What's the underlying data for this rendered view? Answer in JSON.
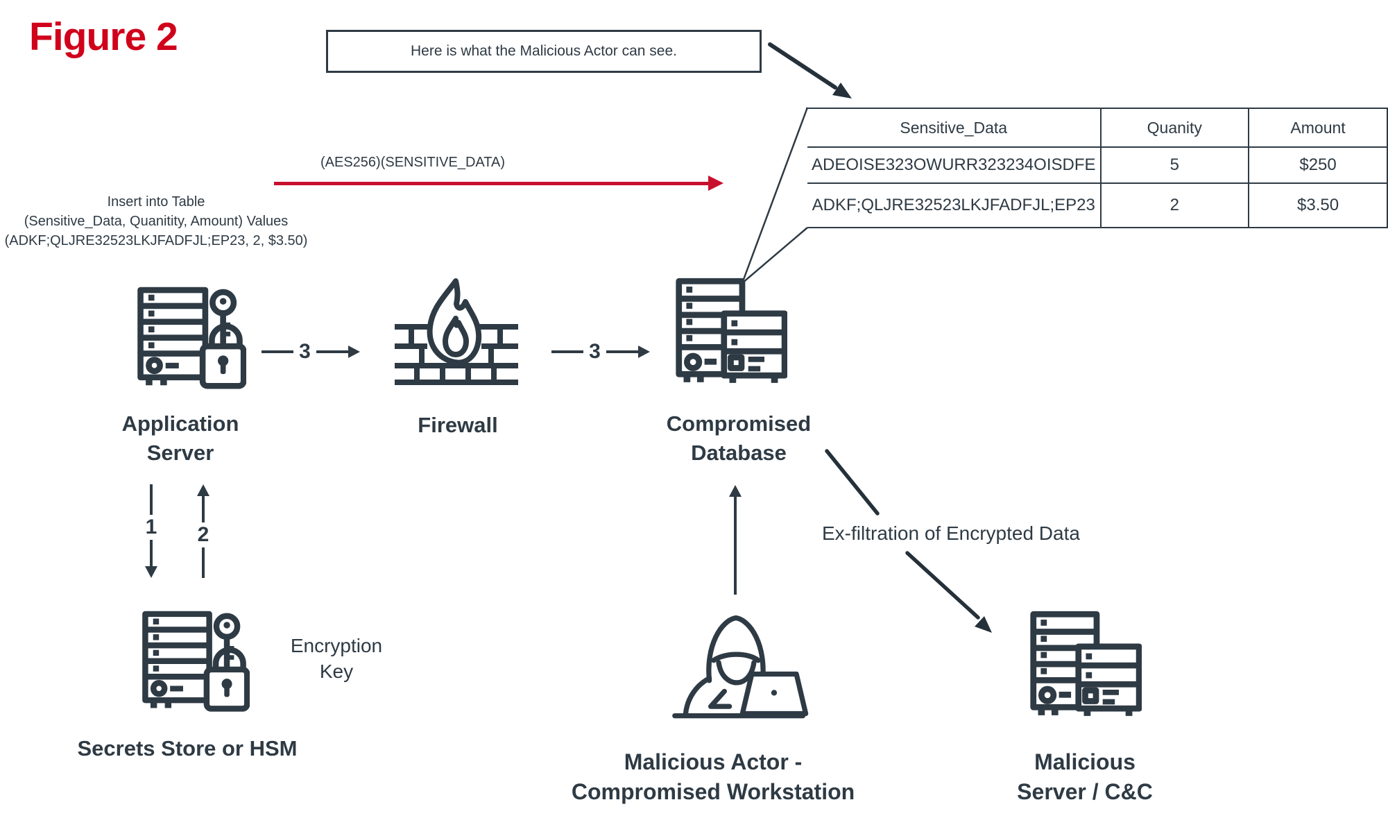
{
  "figure_title": "Figure 2",
  "callout": {
    "text": "Here is what the Malicious Actor can see."
  },
  "visible_table": {
    "headers": [
      "Sensitive_Data",
      "Quanity",
      "Amount"
    ],
    "rows": [
      [
        "ADEOISE323OWURR323234OISDFE",
        "5",
        "$250"
      ],
      [
        "ADKF;QLJRE32523LKJFADFJL;EP23",
        "2",
        "$3.50"
      ]
    ]
  },
  "annotations": {
    "aes": "(AES256)(SENSITIVE_DATA)",
    "insert_line1": "Insert into Table",
    "insert_line2": "(Sensitive_Data, Quanitity, Amount) Values",
    "insert_line3": "(ADKF;QLJRE32523LKJFADFJL;EP23, 2, $3.50)",
    "exfiltration": "Ex-filtration of Encrypted Data",
    "encryption_key_line1": "Encryption",
    "encryption_key_line2": "Key"
  },
  "steps": {
    "one": "1",
    "two": "2",
    "three_a": "3",
    "three_b": "3"
  },
  "nodes": {
    "app_server": {
      "line1": "Application",
      "line2": "Server"
    },
    "firewall": {
      "label": "Firewall"
    },
    "compromised_db": {
      "line1": "Compromised",
      "line2": "Database"
    },
    "secrets_store": {
      "label": "Secrets Store or HSM"
    },
    "malicious_actor": {
      "line1": "Malicious Actor -",
      "line2": "Compromised Workstation"
    },
    "malicious_server": {
      "line1": "Malicious",
      "line2": "Server / C&C"
    }
  },
  "colors": {
    "dark": "#2e3a44",
    "title_red": "#d0021b",
    "arrow_red": "#c8102e"
  }
}
